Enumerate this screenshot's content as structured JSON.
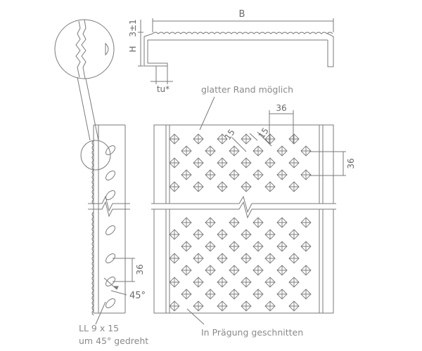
{
  "labels": {
    "width_b": "B",
    "height_h": "H",
    "flange_3": "3±1",
    "thickness_tu": "tu*",
    "smooth_edge": "glatter Rand möglich",
    "pitch_36_top": "36",
    "dim_15_a": "15",
    "dim_15_b": "15",
    "pitch_36_right": "36",
    "pitch_36_left": "36",
    "angle_45": "45°",
    "slot_size": "LL 9 x 15",
    "slot_rotation": "um 45° gedreht",
    "embossing_cut": "In Prägung geschnitten"
  },
  "colors": {
    "line": "#7a7a7a",
    "text": "#6a6a6a",
    "background": "#ffffff"
  }
}
